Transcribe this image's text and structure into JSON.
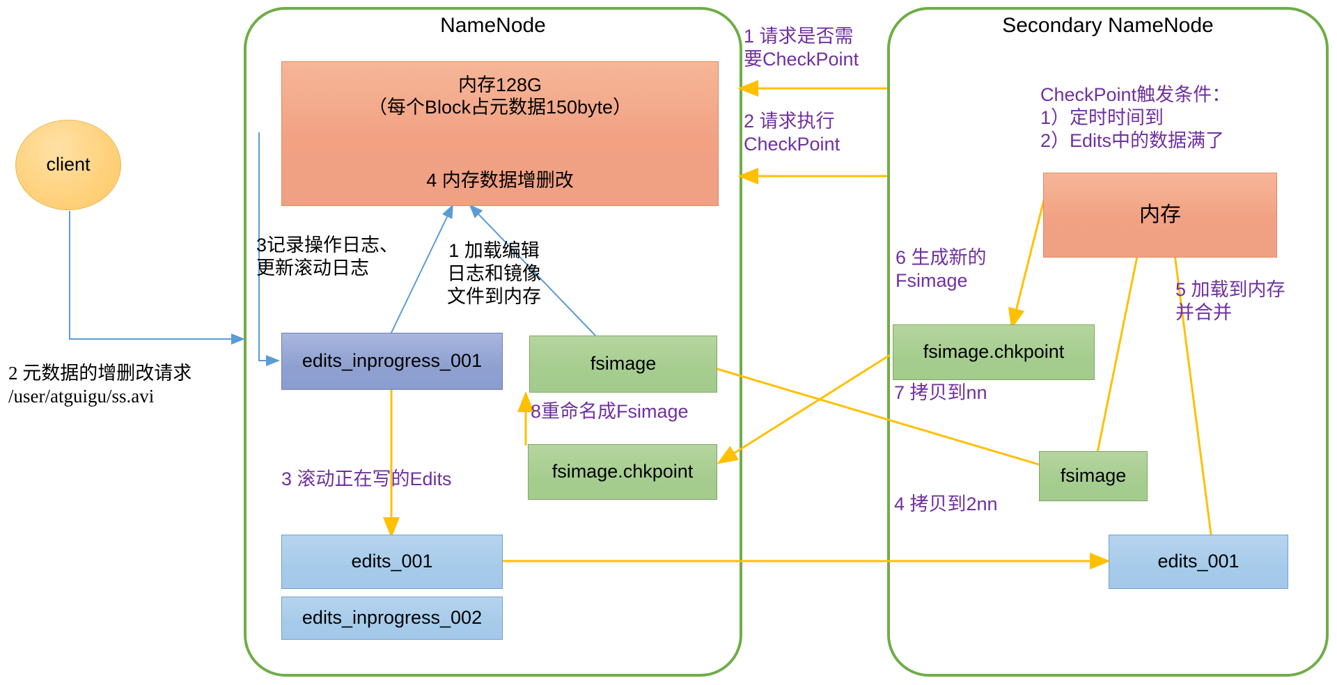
{
  "diagram": {
    "title_hidden": "",
    "containers": [
      {
        "name": "namenode",
        "label": "NameNode"
      },
      {
        "name": "secondary-namenode",
        "label": "Secondary NameNode"
      }
    ]
  },
  "nodes": {
    "client": "client",
    "nn_memory": "内存128G\n（每个Block占元数据150byte）",
    "nn_memory_step": "4 内存数据增删改",
    "nn_edits_inprogress_001": "edits_inprogress_001",
    "nn_fsimage": "fsimage",
    "nn_fsimage_chkpoint": "fsimage.chkpoint",
    "nn_edits_001": "edits_001",
    "nn_edits_inprogress_002": "edits_inprogress_002",
    "snn_memory": "内存",
    "snn_fsimage_chkpoint": "fsimage.chkpoint",
    "snn_fsimage": "fsimage",
    "snn_edits_001": "edits_001"
  },
  "labels": {
    "client_request": "2 元数据的增删改请求\n/user/atguigu/ss.avi",
    "record_log": "3记录操作日志、\n更新滚动日志",
    "load_edits": "1 加载编辑\n日志和镜像\n文件到内存",
    "req_checkpoint": "1 请求是否需\n要CheckPoint",
    "exec_checkpoint": "2 请求执行\nCheckPoint",
    "checkpoint_conditions": "CheckPoint触发条件：\n1）定时时间到\n2）Edits中的数据满了",
    "roll_edits": "3 滚动正在写的Edits",
    "rename_fsimage": "8重命名成Fsimage",
    "gen_new_fsimage": "6 生成新的\nFsimage",
    "copy_to_nn": "7 拷贝到nn",
    "copy_to_2nn": "4 拷贝到2nn",
    "load_and_merge": "5 加载到内存\n并合并"
  },
  "colors": {
    "container_border": "#70ad47",
    "orange_fill": "#f2a183",
    "blue_fill": "#8fa0d0",
    "light_blue_fill": "#a6cbea",
    "green_fill": "#a5cd8e",
    "yellow_fill": "#ffd27f",
    "purple_text": "#7030a0",
    "orange_arrow": "#ffc000",
    "blue_arrow": "#5b9bd5"
  }
}
